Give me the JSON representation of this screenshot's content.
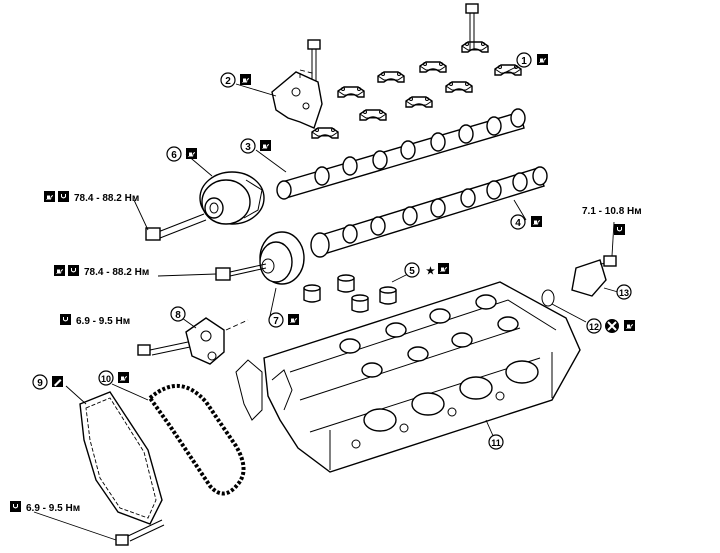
{
  "callouts": [
    {
      "id": "c1",
      "num": "1"
    },
    {
      "id": "c2",
      "num": "2"
    },
    {
      "id": "c3",
      "num": "3"
    },
    {
      "id": "c4",
      "num": "4"
    },
    {
      "id": "c5",
      "num": "5"
    },
    {
      "id": "c6",
      "num": "6"
    },
    {
      "id": "c7",
      "num": "7"
    },
    {
      "id": "c8",
      "num": "8"
    },
    {
      "id": "c9",
      "num": "9"
    },
    {
      "id": "c10",
      "num": "10"
    },
    {
      "id": "c11",
      "num": "11"
    },
    {
      "id": "c12",
      "num": "12"
    },
    {
      "id": "c13",
      "num": "13"
    }
  ],
  "torques": {
    "t1": "78.4 - 88.2 Нм",
    "t2": "78.4 - 88.2 Нм",
    "t3": "6.9 - 9.5 Нм",
    "t4": "7.1 - 10.8 Нм",
    "t5": "6.9 - 9.5 Нм"
  },
  "symbols": {
    "star": "★"
  },
  "icons": [
    "oil-can-icon",
    "torque-wrench-icon",
    "sealant-icon",
    "do-not-reuse-icon"
  ]
}
